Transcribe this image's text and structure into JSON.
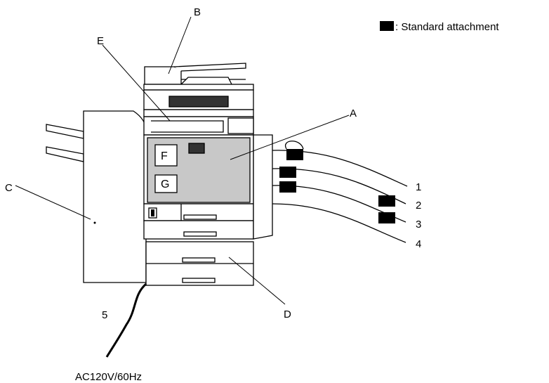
{
  "legend": {
    "text": ": Standard attachment"
  },
  "labels": {
    "a": "A",
    "b": "B",
    "c": "C",
    "d": "D",
    "e": "E",
    "f": "F",
    "g": "G",
    "n1": "1",
    "n2": "2",
    "n3": "3",
    "n4": "4",
    "n5": "5"
  },
  "power": {
    "text": "AC120V/60Hz"
  }
}
